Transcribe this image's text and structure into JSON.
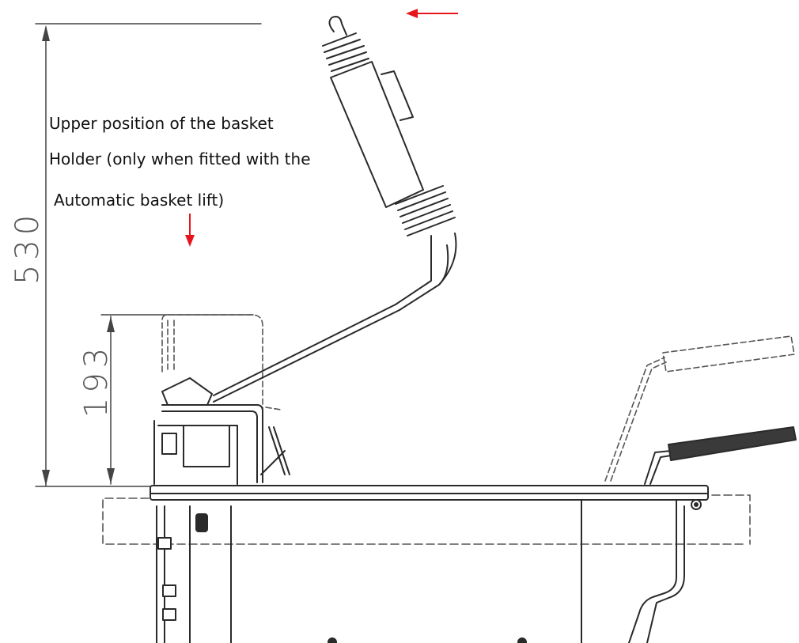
{
  "annotation": {
    "line1": "Upper position of the basket",
    "line2": "Holder (only when fitted with the",
    "line3": "Automatic basket lift)"
  },
  "dimensions": {
    "overall_height": "530",
    "basket_height": "193"
  },
  "colors": {
    "arrow": "#e8141b",
    "line": "#2a2a2a",
    "dim": "#555555"
  }
}
